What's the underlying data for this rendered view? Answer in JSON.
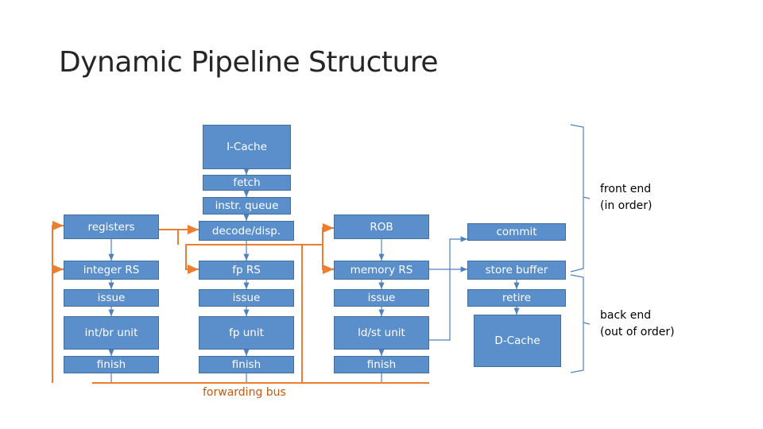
{
  "title": "Dynamic Pipeline Structure",
  "boxes": {
    "icache": "I-Cache",
    "fetch": "fetch",
    "iqueue": "instr. queue",
    "registers": "registers",
    "decode": "decode/disp.",
    "rob": "ROB",
    "commit": "commit",
    "int_rs": "integer RS",
    "fp_rs": "fp RS",
    "mem_rs": "memory RS",
    "store_buf": "store buffer",
    "issue1": "issue",
    "issue2": "issue",
    "issue3": "issue",
    "retire": "retire",
    "int_unit": "int/br unit",
    "fp_unit": "fp unit",
    "ldst_unit": "ld/st unit",
    "dcache": "D-Cache",
    "finish1": "finish",
    "finish2": "finish",
    "finish3": "finish"
  },
  "labels": {
    "front_end_1": "front end",
    "front_end_2": "(in order)",
    "back_end_1": "back end",
    "back_end_2": "(out of order)",
    "forwarding_bus": "forwarding bus"
  },
  "colors": {
    "box_fill": "#5b8fcb",
    "box_border": "#41719c",
    "arrow": "#4f81bd",
    "forwarding": "#ed7d31"
  }
}
